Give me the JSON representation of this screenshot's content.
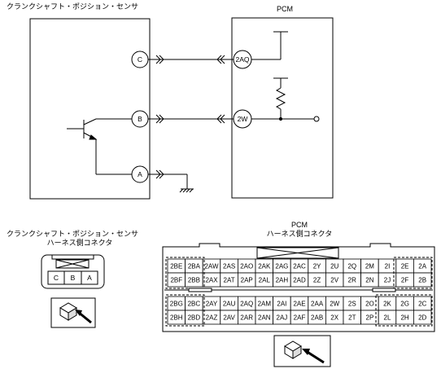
{
  "wiring": {
    "sensor_title": "クランクシャフト・ポジション・センサ",
    "pcm_title": "PCM",
    "sensor_terminals": [
      "C",
      "B",
      "A"
    ],
    "pcm_terminals": [
      "2AQ",
      "2W"
    ]
  },
  "sensor_connector": {
    "title_line1": "クランクシャフト・ポジション・センサ",
    "title_line2": "ハーネス側コネクタ",
    "pins": [
      "C",
      "B",
      "A"
    ]
  },
  "pcm_connector": {
    "title_line1": "PCM",
    "title_line2": "ハーネス側コネクタ",
    "left_block": [
      [
        "2BE",
        "2BA",
        "2AW",
        "2AS",
        "2AO",
        "2AK",
        "2AG",
        "2AC",
        "2Y",
        "2U",
        "2Q",
        "2M",
        "2I",
        "2E",
        "2A"
      ],
      [
        "2BF",
        "2BB",
        "2AX",
        "2AT",
        "2AP",
        "2AL",
        "2AH",
        "2AD",
        "2Z",
        "2V",
        "2R",
        "2N",
        "2J",
        "2F",
        "2B"
      ]
    ],
    "right_block": [
      [
        "2BG",
        "2BC",
        "2AY",
        "2AU",
        "2AQ",
        "2AM",
        "2AI",
        "2AE",
        "2AA",
        "2W",
        "2S",
        "2O",
        "2K",
        "2G",
        "2C"
      ],
      [
        "2BH",
        "2BD",
        "2AZ",
        "2AV",
        "2AR",
        "2AN",
        "2AJ",
        "2AF",
        "2AB",
        "2X",
        "2T",
        "2P",
        "2L",
        "2H",
        "2D"
      ]
    ]
  },
  "icons": [
    "connector-view-icon",
    "connector-view-icon"
  ]
}
